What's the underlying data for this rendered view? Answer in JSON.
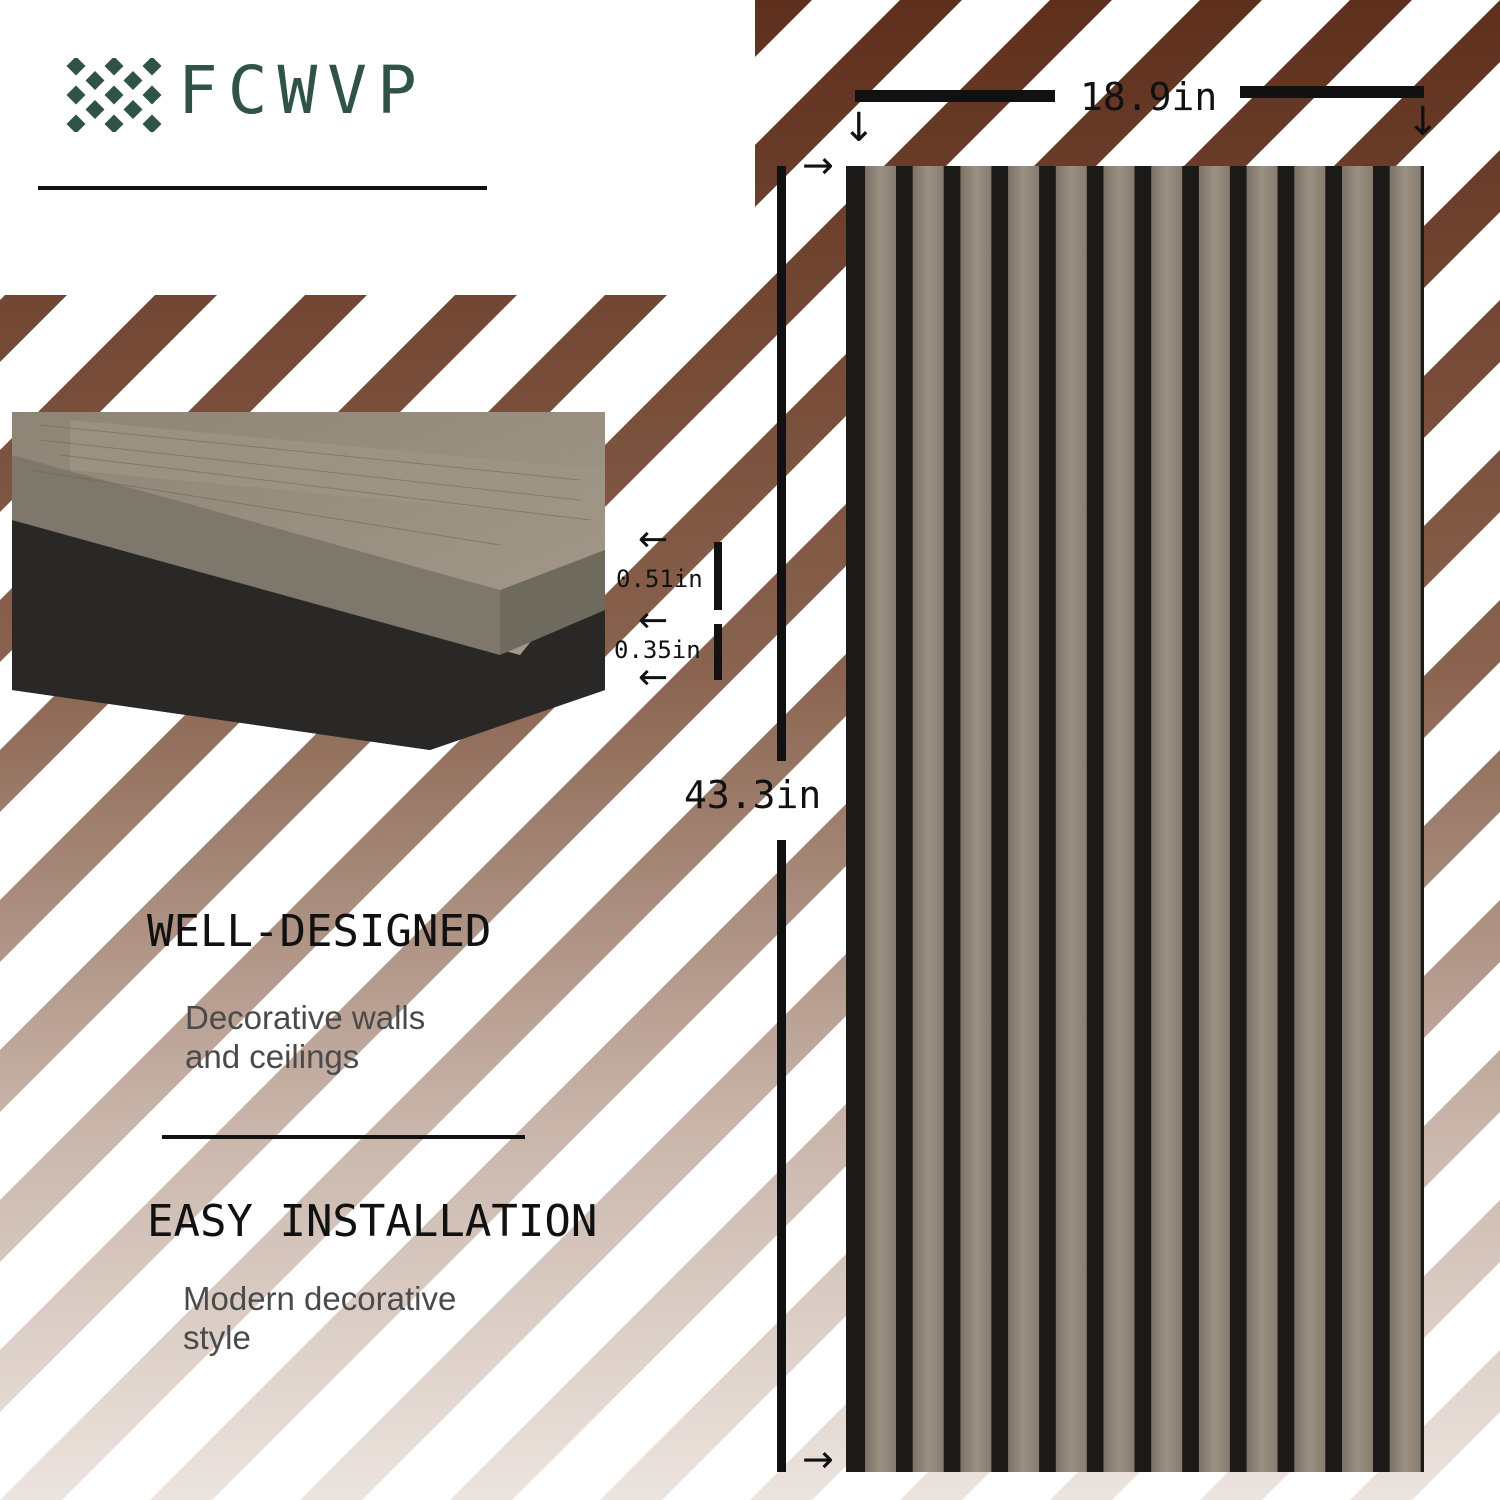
{
  "brand": {
    "name": "FCWVP",
    "logo_color": "#2f5446"
  },
  "features": [
    {
      "heading": "WELL-DESIGNED",
      "line1": "Decorative walls",
      "line2": "and ceilings"
    },
    {
      "heading": "EASY INSTALLATION",
      "line1": "Modern decorative",
      "line2": "style"
    }
  ],
  "dimensions": {
    "width": "18.9in",
    "height": "43.3in",
    "slat_thickness": "0.51in",
    "felt_thickness": "0.35in"
  },
  "colors": {
    "stripe": "#6b3a26",
    "slat": "#8d8375",
    "gap": "#1c1a18",
    "felt": "#2b2928",
    "text": "#111111"
  },
  "icons": {
    "arrow_down": "↓",
    "arrow_right": "→",
    "arrow_left": "←"
  }
}
